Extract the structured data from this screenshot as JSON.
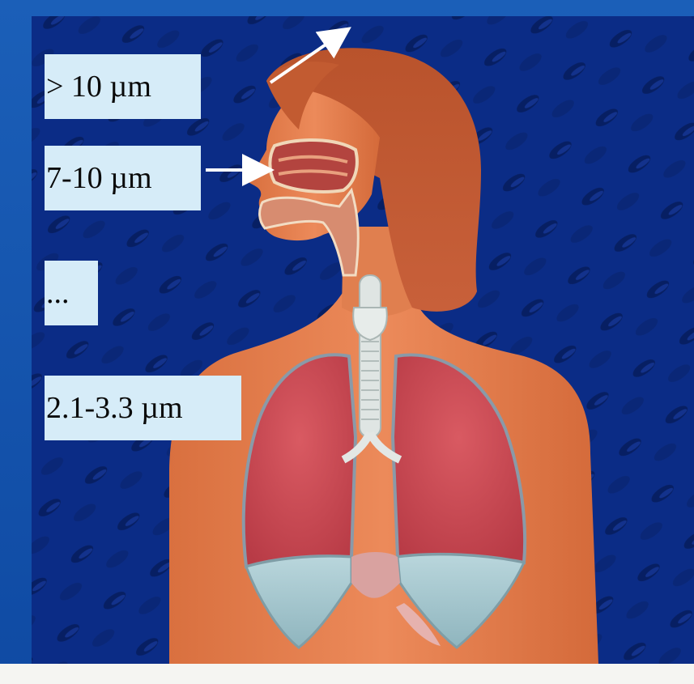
{
  "figure": {
    "labels": [
      "> 10 µm",
      "7-10 µm",
      "...",
      "2.1-3.3 µm"
    ]
  },
  "colors": {
    "frame_blue": "#1b5fb8",
    "background_dark_blue": "#0a2a7a",
    "skin": "#e47a4c",
    "hair": "#c05a2e",
    "lungs": "#c94a52",
    "label_box": "#d6ecf8"
  },
  "icons": [
    "arrow-head-icon",
    "arrow-nose-icon"
  ]
}
